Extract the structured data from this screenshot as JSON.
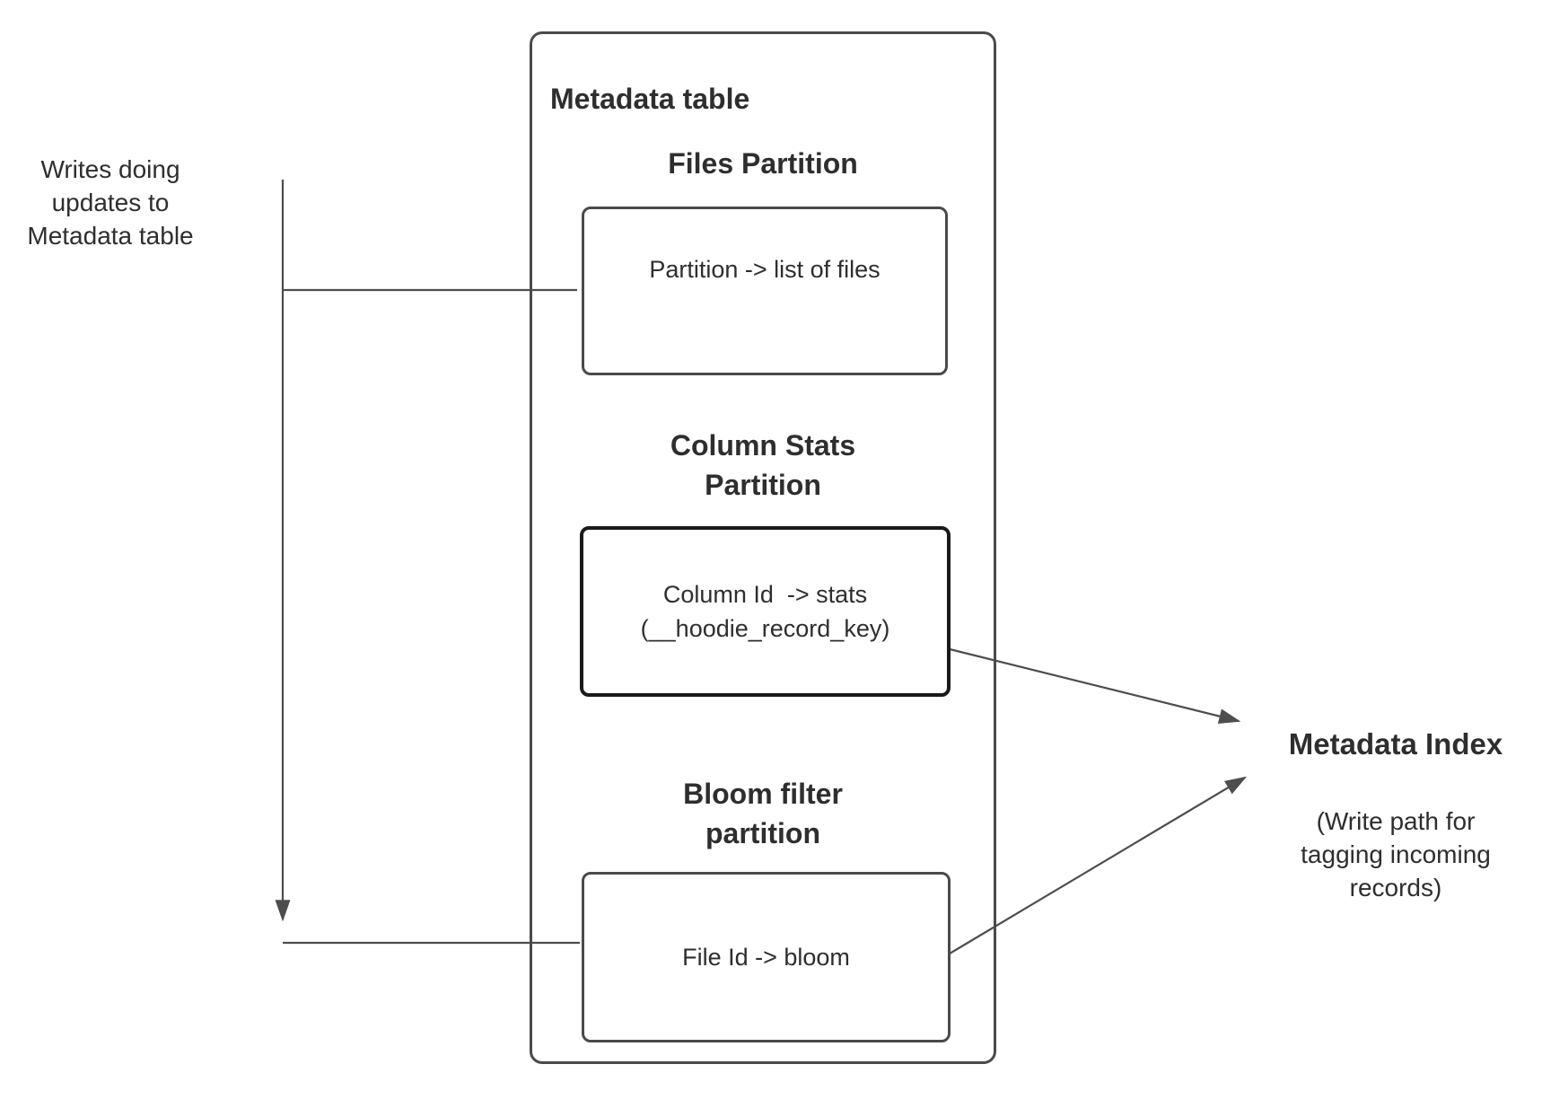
{
  "colors": {
    "background": "#ffffff",
    "stroke": "#4d4d4d",
    "box_border": "#4a4a4a",
    "emphasis_border": "#1a1a1a",
    "text": "#2e2e2e"
  },
  "notes": {
    "writes": "Writes doing\nupdates to\nMetadata table"
  },
  "metadata_table": {
    "title": "Metadata table",
    "partitions": [
      {
        "heading": "Files Partition",
        "content": "Partition -> list of files"
      },
      {
        "heading": "Column Stats\nPartition",
        "content": "Column Id  -> stats\n(__hoodie_record_key)"
      },
      {
        "heading": "Bloom filter\npartition",
        "content": "File Id -> bloom"
      }
    ]
  },
  "metadata_index": {
    "title": "Metadata Index",
    "subtitle": "(Write path for\ntagging incoming\nrecords)"
  }
}
